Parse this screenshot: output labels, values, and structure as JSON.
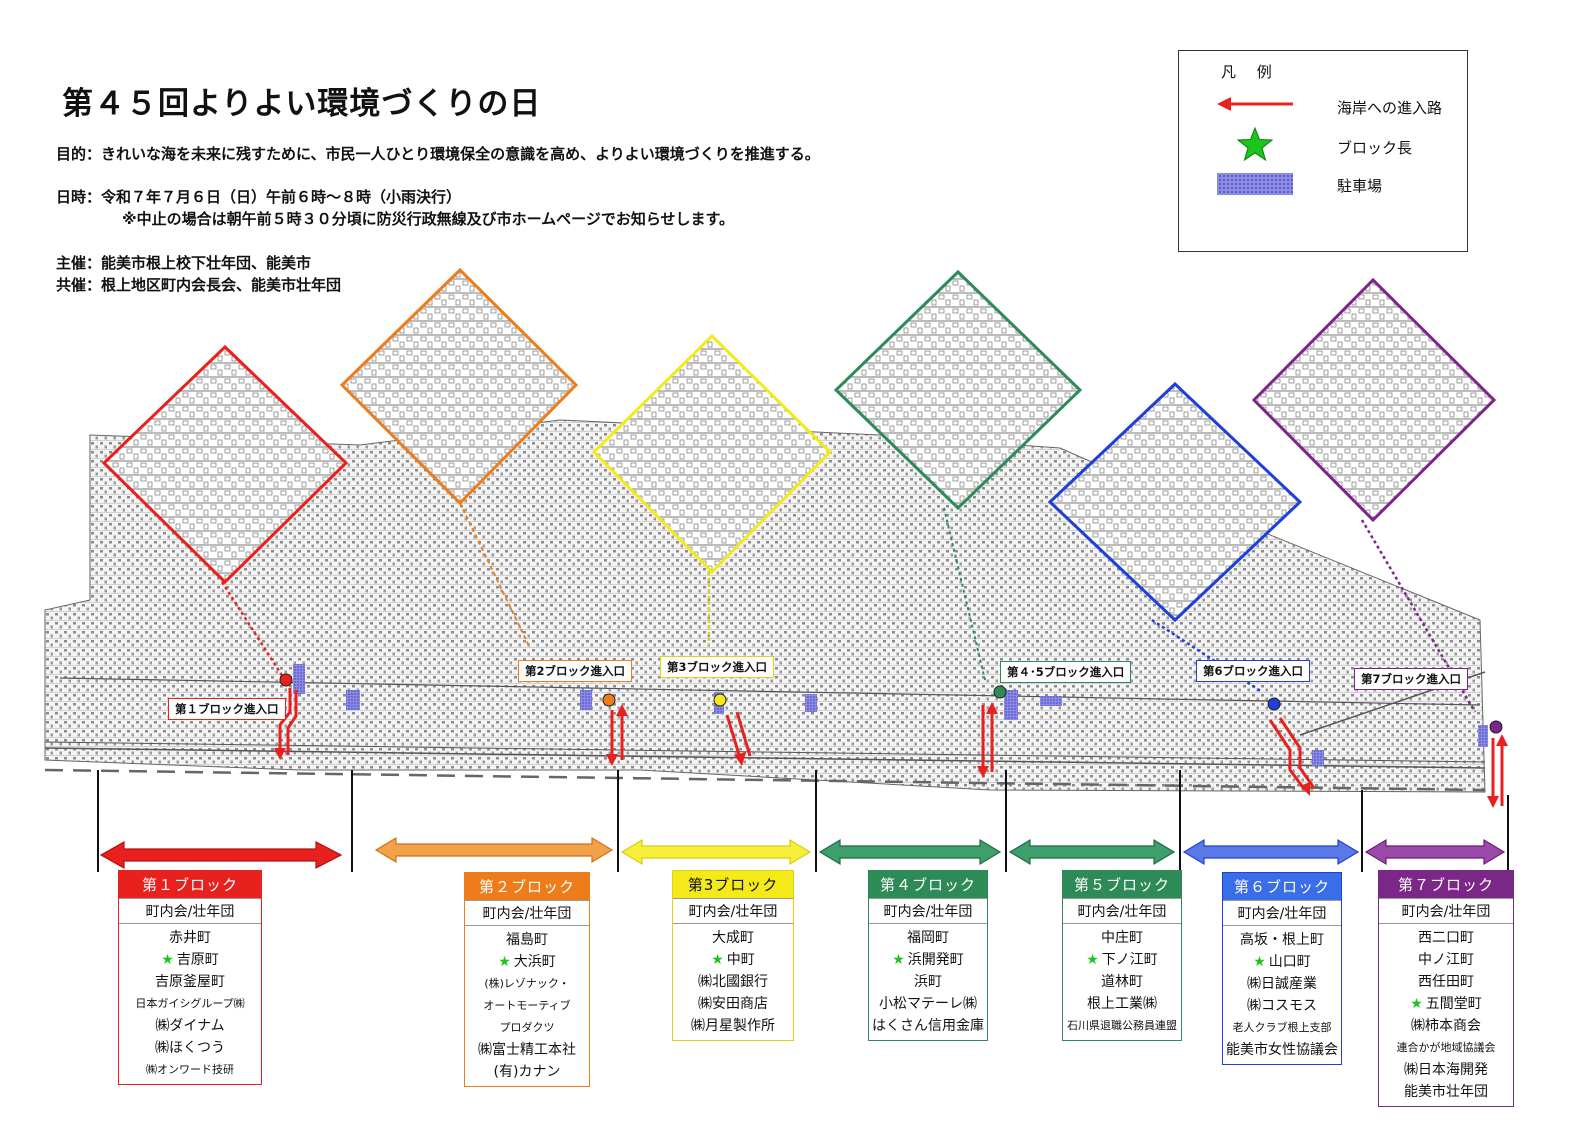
{
  "title": "第４５回よりよい環境づくりの日",
  "purpose": "目的：きれいな海を未来に残すために、市民一人ひとり環境保全の意識を高め、よりよい環境づくりを推進する。",
  "date": "日時：令和７年７月６日（日）午前６時～８時（小雨決行）",
  "date_note": "※中止の場合は朝午前５時３０分頃に防災行政無線及び市ホームページでお知らせします。",
  "organizer": "主催：能美市根上校下壮年団、能美市",
  "cosponsor": "共催：根上地区町内会長会、能美市壮年団",
  "legend": {
    "title": "凡 例",
    "items": [
      {
        "icon": "red-arrow-icon",
        "label": "海岸への進入路"
      },
      {
        "icon": "green-star-icon",
        "label": "ブロック長"
      },
      {
        "icon": "parking-hatch-icon",
        "label": "駐車場"
      }
    ]
  },
  "colors": {
    "block1": "#e8201e",
    "block2": "#ee7c1a",
    "block3": "#f4ea1a",
    "block4": "#2e8b57",
    "block5": "#2e8b57",
    "block6": "#1f3fd6",
    "block7": "#7b2787",
    "arrow": "#e8201e",
    "star": "#1ec41e",
    "parking": "#6a6ad8"
  },
  "entries": [
    {
      "label": "第１ブロック進入口"
    },
    {
      "label": "第2ブロック進入口"
    },
    {
      "label": "第3ブロック進入口"
    },
    {
      "label": "第４･5ブロック進入口"
    },
    {
      "label": "第6ブロック進入口"
    },
    {
      "label": "第7ブロック進入口"
    }
  ],
  "blocks": [
    {
      "name": "第１ブロック",
      "sub": "町内会/壮年団",
      "members": [
        {
          "text": "赤井町"
        },
        {
          "text": "吉原町",
          "star": true
        },
        {
          "text": "吉原釜屋町"
        },
        {
          "text": "日本ガイシグループ㈱",
          "small": true
        },
        {
          "text": "㈱ダイナム"
        },
        {
          "text": "㈱ほくつう"
        },
        {
          "text": "㈱オンワード技研",
          "small": true
        }
      ]
    },
    {
      "name": "第２ブロック",
      "sub": "町内会/壮年団",
      "members": [
        {
          "text": "福島町"
        },
        {
          "text": "大浜町",
          "star": true
        },
        {
          "text": "(株)レゾナック・",
          "small": true
        },
        {
          "text": "オートモーティブ",
          "small": true
        },
        {
          "text": "プロダクツ",
          "small": true
        },
        {
          "text": "㈱富士精工本社"
        },
        {
          "text": "(有)カナン"
        }
      ]
    },
    {
      "name": "第3ブロック",
      "sub": "町内会/壮年団",
      "members": [
        {
          "text": "大成町"
        },
        {
          "text": "中町",
          "star": true
        },
        {
          "text": "㈱北國銀行"
        },
        {
          "text": "㈱安田商店"
        },
        {
          "text": "㈱月星製作所"
        }
      ]
    },
    {
      "name": "第４ブロック",
      "sub": "町内会/壮年団",
      "members": [
        {
          "text": "福岡町"
        },
        {
          "text": "浜開発町",
          "star": true
        },
        {
          "text": "浜町"
        },
        {
          "text": "小松マテーレ㈱"
        },
        {
          "text": "はくさん信用金庫"
        }
      ]
    },
    {
      "name": "第５ブロック",
      "sub": "町内会/壮年団",
      "members": [
        {
          "text": "中庄町"
        },
        {
          "text": "下ノ江町",
          "star": true
        },
        {
          "text": "道林町"
        },
        {
          "text": "根上工業㈱"
        },
        {
          "text": "石川県退職公務員連盟",
          "small": true
        }
      ]
    },
    {
      "name": "第６ブロック",
      "sub": "町内会/壮年団",
      "members": [
        {
          "text": "高坂・根上町"
        },
        {
          "text": "山口町",
          "star": true
        },
        {
          "text": "㈱日誠産業"
        },
        {
          "text": "㈱コスモス"
        },
        {
          "text": "老人クラブ根上支部",
          "small": true
        },
        {
          "text": "能美市女性協議会"
        }
      ]
    },
    {
      "name": "第７ブロック",
      "sub": "町内会/壮年団",
      "members": [
        {
          "text": "西二口町"
        },
        {
          "text": "中ノ江町"
        },
        {
          "text": "西任田町"
        },
        {
          "text": "五間堂町",
          "star": true
        },
        {
          "text": "㈱柿本商会"
        },
        {
          "text": "連合かが地域協議会",
          "small": true
        },
        {
          "text": "㈱日本海開発"
        },
        {
          "text": "能美市壮年団"
        }
      ]
    }
  ]
}
